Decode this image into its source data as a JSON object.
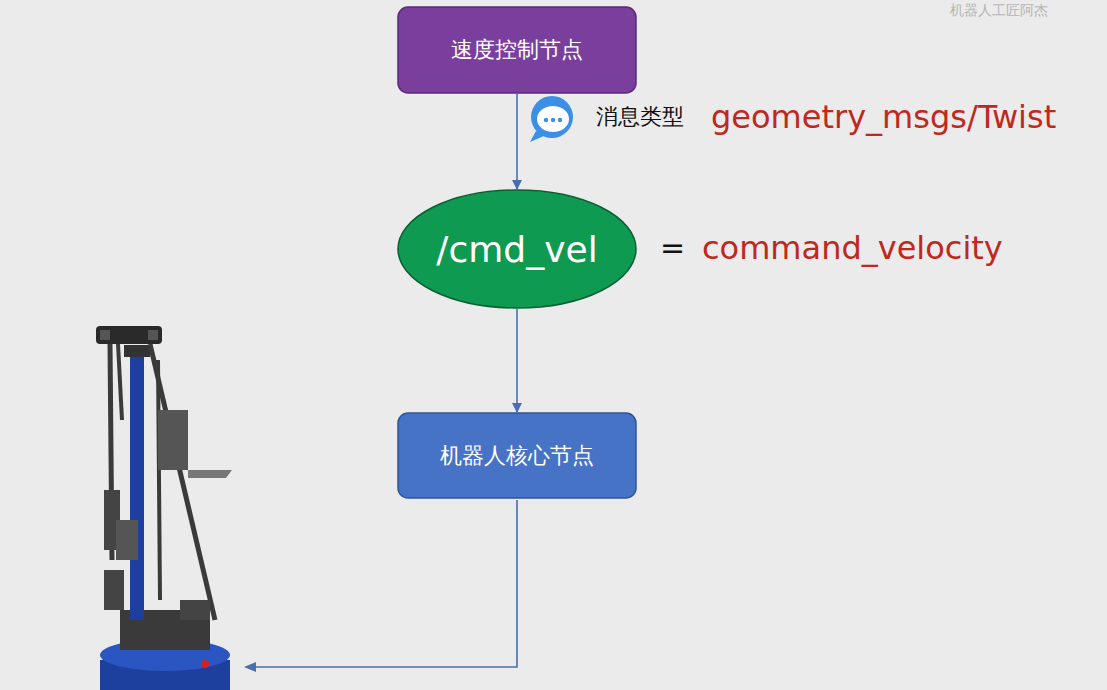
{
  "diagram": {
    "nodes": [
      {
        "text": [
          "速度控制节点"
        ]
      },
      {
        "text": [
          "/cmd_vel"
        ]
      },
      {
        "text": [
          "机器人核心节点"
        ]
      }
    ],
    "edges": [
      {
        "from": 0,
        "to": 1,
        "arrow": "to"
      },
      {
        "from": 1,
        "to": 2,
        "arrow": "to"
      }
    ],
    "labels": [
      "消息类型",
      "geometry_msgs/Twist",
      "=",
      "command_velocity",
      "机器人工匠阿杰"
    ]
  }
}
